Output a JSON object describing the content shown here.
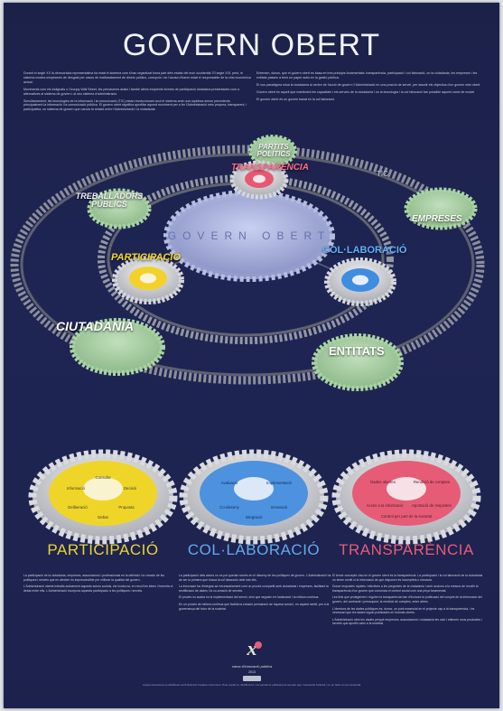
{
  "poster": {
    "title": "GOVERN OBERT",
    "intro_left": [
      "Durant el segle XX la democràcia representativa ha estat el sistema com s'han organitzat bona part dels estats del món occidental. El segle XXI, però, el sistema mostra símptomes de desgast per casos de malbaratament de diners públics, corrupció i se l'acusa d'haver estat el responsable de la crisi econòmica actual.",
      "Moviments com els indignats o Occupy Wall Street, les primaveres àrabs i també altres incipients formes de participació ciutadana presentades com a alternatives al sistema de govern i al seu sistema d'administració.",
      "Simultàniament, les tecnologies de la informació i la comunicació (TIC) estan revolucionant avui el sistema amb una rapidesa sense precedents, principalment la informació i la comunicació pública. El govern obert significa aprofitar aquest moviment per a fer l'Administració més propera, transparent, i participativa, un sistema de govern que canvia la relació entre l'Administració i la ciutadania."
    ],
    "intro_right": [
      "Entenem, doncs, que el govern obert es basa en tres principis fonamentals: transparència, participació i col·laboració, on la ciutadania, les empreses i les entitats passen a tenir un paper actiu en la gestió pública.",
      "El nou paradigma situa la ciutadania al centre de l'acció de govern i l'Administració en una posició de servei, per assolir els objectius d'un govern més obert.",
      "Govern obert és aquell que mantindrà les capacitats i els serveis de la ciutadania i on la tecnologia i la col·laboració fan possible aquest canvi de model.",
      "El govern obert és un govern basat en la col·laboració."
    ],
    "footer_logo_text": "xarxa d'innovació pública",
    "footer_logo_year": "2013",
    "footnote": "Aquest document es distribueix amb llicència Creative Commons. Pots copiar-lo, distribuir-lo i comunicar-lo públicament sempre que n'esmentis l'autoria i no en facis un ús comercial."
  },
  "diagram": {
    "center_label": "GOVERN OBERT",
    "tic_label": "TIC",
    "partits_label": "PARTITS POLÍTICS",
    "treballadors_label": "TREBALLADORS PÚBLICS",
    "empreses_label": "EMPRESES",
    "ciutadania_label": "CIUTADANIA",
    "entitats_label": "ENTITATS",
    "transparencia_label": "TRANSPARÈNCIA",
    "participacio_label": "PARTICIPACIÓ",
    "collaboracio_label": "COL·LABORACIÓ",
    "colors": {
      "participacio": "#f2d22a",
      "collaboracio": "#3f8de0",
      "transparencia": "#e85870",
      "gear_green": "#9dc89a"
    }
  },
  "sections": [
    {
      "title": "PARTICIPACIÓ",
      "color": "#e9d433",
      "gear_words": [
        "Consulta",
        "Decisió",
        "Proposta",
        "Debat",
        "Deliberació",
        "Informació"
      ],
      "paragraphs": [
        "La participació de la ciutadania, empreses, associacions i professionals en la definició i la creació de les polítiques i serveis que en afecten és imprescindible per millorar la qualitat del govern.",
        "L'Administració oberta treballa activament aquests actors socials, els involucra, en recull les idees i fomenta el debat entre ells. L'Administració incorpora aquesta participació a les polítiques i serveis."
      ]
    },
    {
      "title": "COL·LABORACIÓ",
      "color": "#64a9ee",
      "gear_words": [
        "Avaluació",
        "Implementació",
        "Co-disseny",
        "Innovació",
        "Integració"
      ],
      "paragraphs": [
        "La participació dels actors no es pot quedar només en el disseny de les polítiques de govern. L'Administració ha de ser la primera que busca la col·laboració amb tots ells.",
        "La innovació ha d'integrar-se necessàriament com un procés compartit amb ciutadania i empreses, facilitant la reutilització de dades i la co-creació de serveis.",
        "El procés no acaba en la implementació del servei, sinó que segueix en l'avaluació i la millora contínua.",
        "En un procés de millora continua que facilita la creació permanent de riquesa social i, en aquest sentit, per a la governança del futur de la societat."
      ]
    },
    {
      "title": "TRANSPARÈNCIA",
      "color": "#e65c77",
      "gear_words": [
        "Dades obertes",
        "Rendició de comptes",
        "Accés a la informació",
        "Control per part de la societat",
        "Aportació de respostes"
      ],
      "paragraphs": [
        "El tercer concepte clau en el govern obert és la transparència. La participació i la col·laboració de la ciutadania no tenen sentit si la informació de què disposen és incompleta o inexacta.",
        "Donar respostes ràpides i efectives a les preguntes de la ciutadania i obrir accions a la mesura de recollir la transparència d'un govern que comunica el control social com una peça fonamental.",
        "Les lleis que protegeixen i regulen la transparència han d'incloure la publicació del conjunt de la informació del govern, del contracte i pressupost, la rendició de comptes, entre altres.",
        "L'obertura de les dades públiques és, doncs, un punt essencial en el projecte cap a la transparència, i és necessari que les dades siguin publicades en formats oberts.",
        "L'Administració obre les dades perquè empreses, associacions i ciutadania les usin i elaborin nous productes i serveis que aportin valor a la societat."
      ]
    }
  ]
}
